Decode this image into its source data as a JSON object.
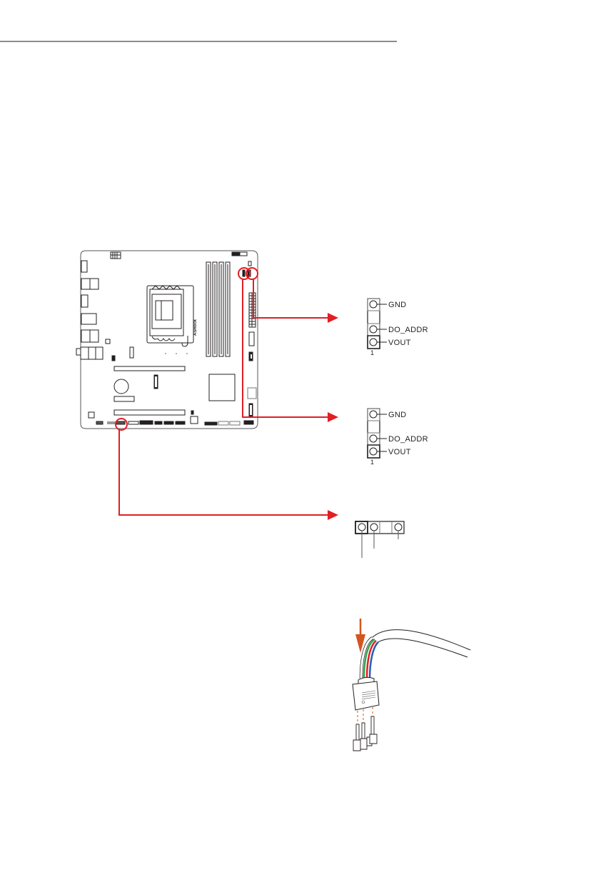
{
  "page": {
    "header_rule": true
  },
  "board": {
    "brand_logo": "ASRock",
    "callout_color": "#e31e24"
  },
  "headers": [
    {
      "id": "addr-header-1",
      "pins": [
        {
          "label": "GND"
        },
        {
          "label": ""
        },
        {
          "label": "DO_ADDR"
        },
        {
          "label": "VOUT"
        }
      ],
      "pin1_label": "1"
    },
    {
      "id": "addr-header-2",
      "pins": [
        {
          "label": "GND"
        },
        {
          "label": ""
        },
        {
          "label": "DO_ADDR"
        },
        {
          "label": "VOUT"
        }
      ],
      "pin1_label": "1"
    },
    {
      "id": "addr-header-3",
      "orientation": "horizontal",
      "pin_count": 4,
      "empty_pin_index": 2
    }
  ],
  "illustration": {
    "name": "argb-cable-connection",
    "arrow_color": "#d4561e",
    "wire_colors": [
      "#ffffff",
      "#2fa84f",
      "#e31e24",
      "#2a5db0"
    ],
    "guide_line_color": "#d4561e"
  }
}
